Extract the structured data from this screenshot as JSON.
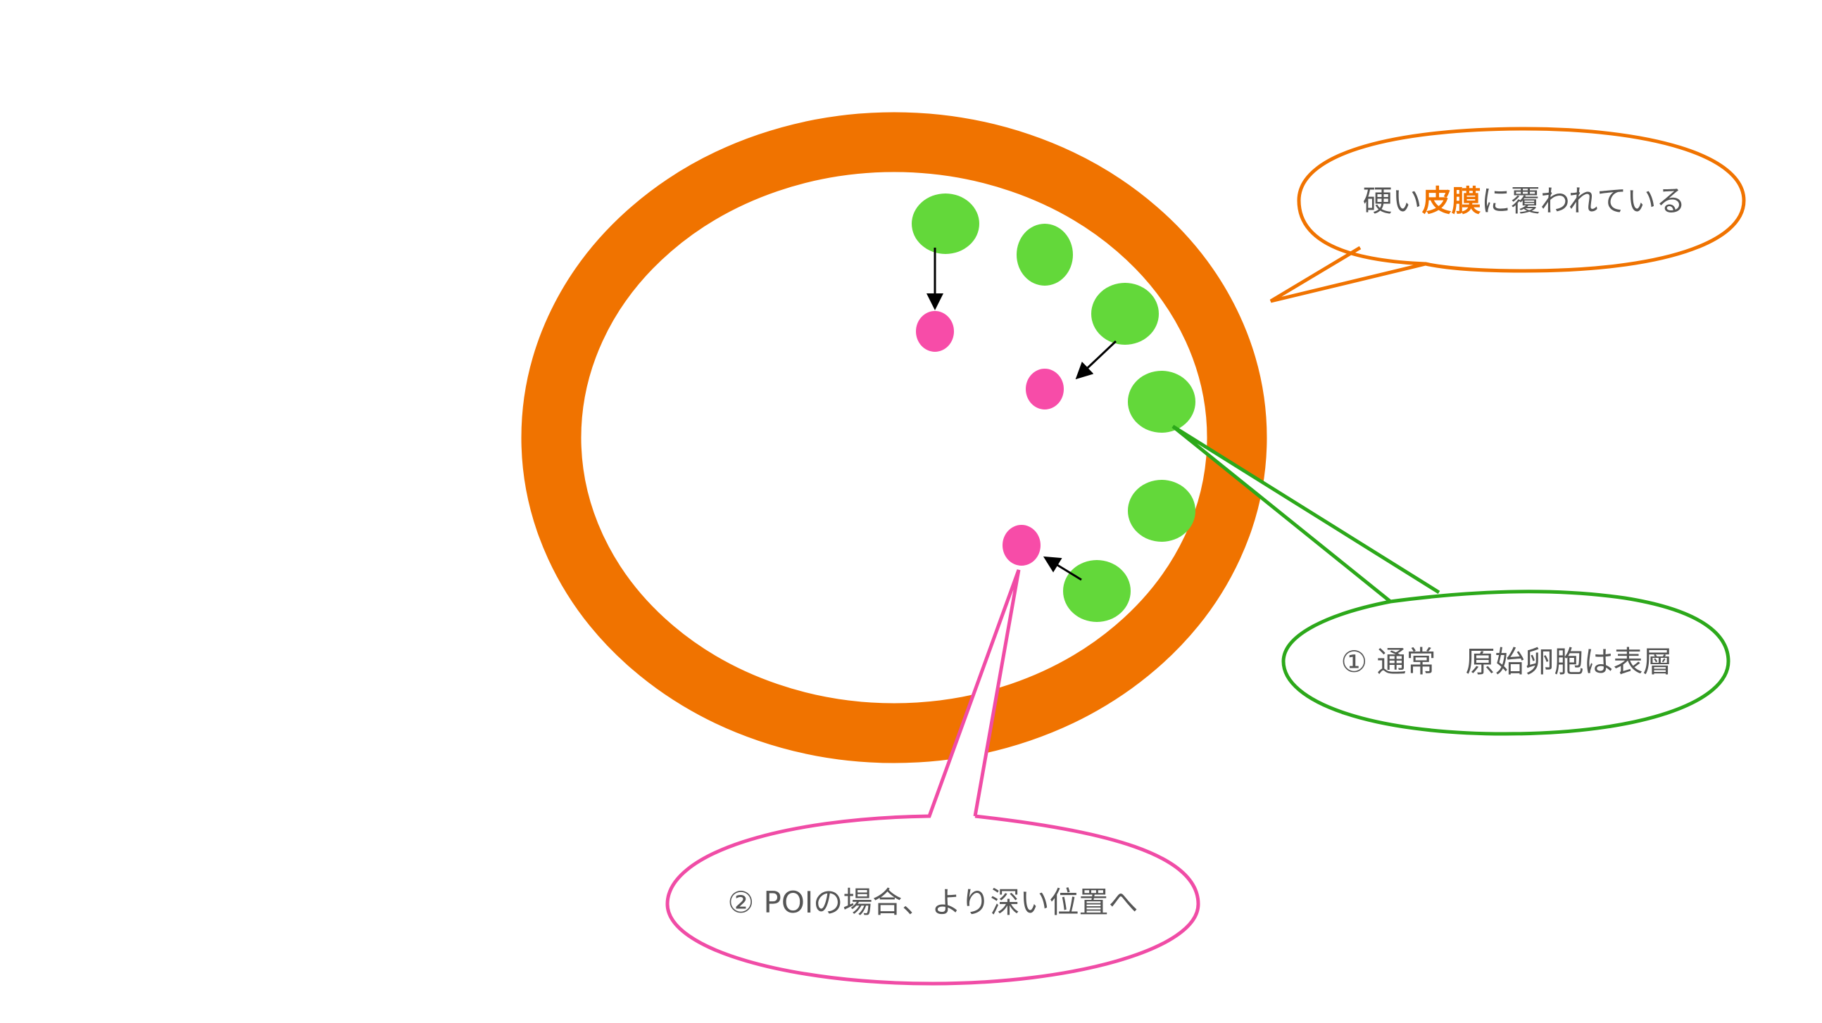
{
  "colors": {
    "capsule": "#F07300",
    "follicle": "#63D83A",
    "oocyte": "#F74CA8",
    "normal_callout": "#2CA81A",
    "poi_callout": "#F04CA6",
    "arrow": "#000000",
    "text": "#555555"
  },
  "callouts": {
    "capsule": {
      "prefix": "硬い",
      "accent": "皮膜",
      "suffix": "に覆われている"
    },
    "normal": {
      "label": "① 通常　原始卵胞は表層"
    },
    "poi": {
      "label": "② POIの場合、より深い位置へ"
    }
  },
  "icons": {
    "capsule": "orange-ring",
    "follicle": "green-follicle",
    "oocyte": "pink-oocyte",
    "arrow": "arrow-icon"
  }
}
